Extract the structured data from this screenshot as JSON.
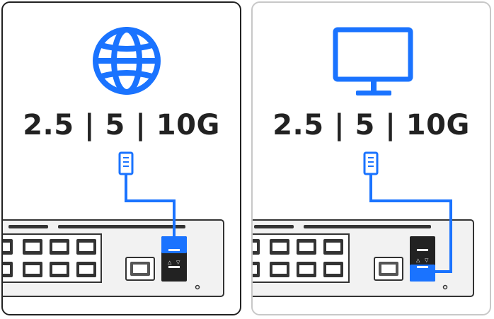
{
  "cards": [
    {
      "id": "internet",
      "icon": "globe-icon",
      "speed_label": "2.5 | 5 | 10G",
      "selected": true
    },
    {
      "id": "computer",
      "icon": "monitor-icon",
      "speed_label": "2.5 | 5 | 10G",
      "selected": false
    }
  ],
  "colors": {
    "accent": "#1a73ff",
    "border_selected": "#222222",
    "border_unselected": "#c8c8c8",
    "device": "#f2f2f2",
    "port": "#333333"
  }
}
